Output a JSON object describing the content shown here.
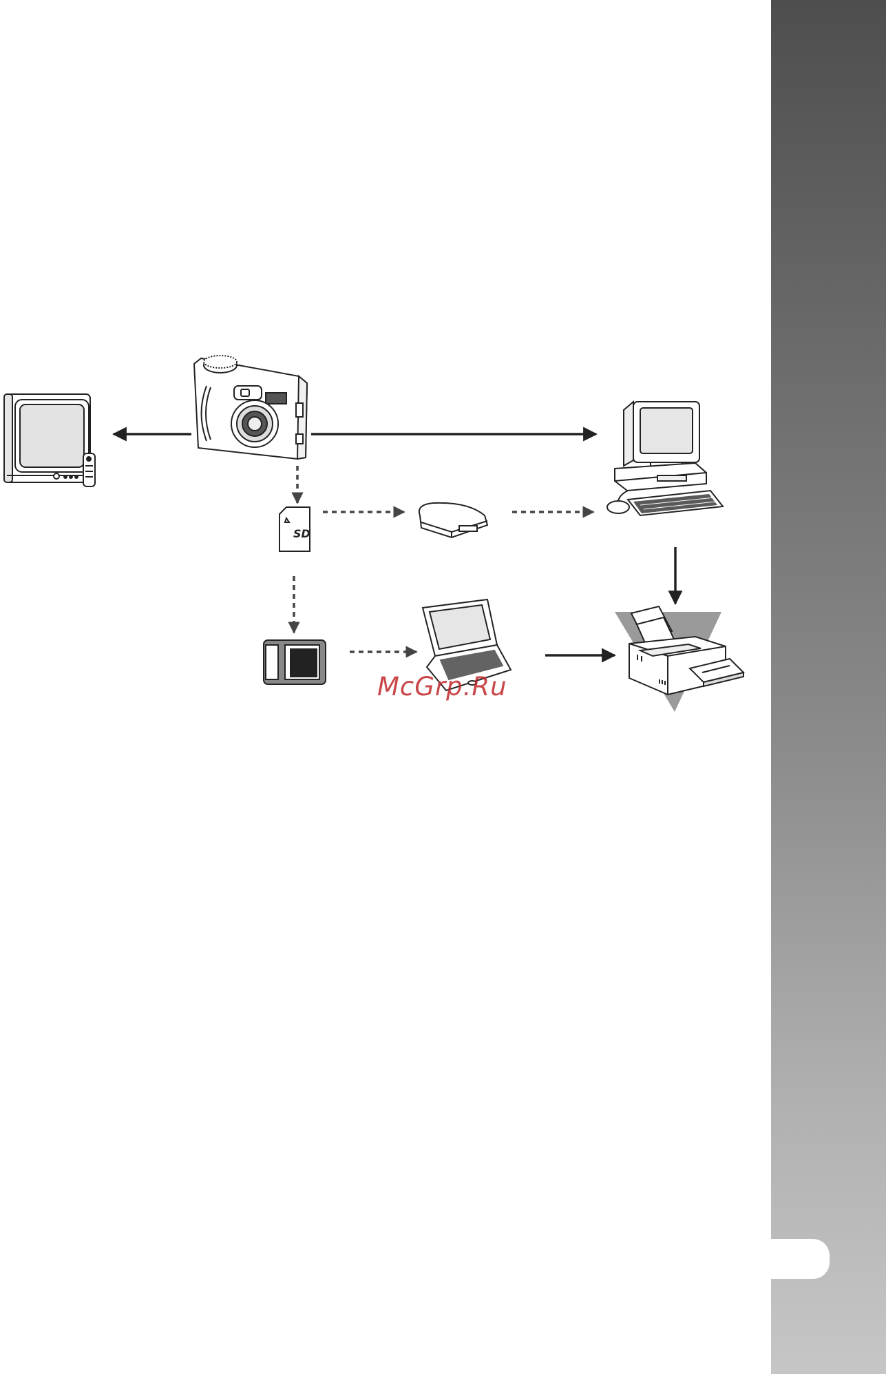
{
  "watermark": {
    "text": "McGrp.Ru"
  },
  "colors": {
    "side_tab_top": "#4e4e4e",
    "side_tab_bottom": "#c6c6c6",
    "line": "#222222",
    "dashed_arrow": "#444444",
    "watermark": "#c0282a"
  },
  "diagram": {
    "devices": [
      "camera",
      "television",
      "desktop-computer",
      "sd-card",
      "card-reader",
      "pc-card-adapter",
      "laptop",
      "printer"
    ],
    "connections": [
      {
        "from": "camera",
        "to": "television",
        "style": "solid"
      },
      {
        "from": "camera",
        "to": "desktop-computer",
        "style": "solid"
      },
      {
        "from": "camera",
        "to": "sd-card",
        "style": "dashed"
      },
      {
        "from": "sd-card",
        "to": "card-reader",
        "style": "dashed"
      },
      {
        "from": "card-reader",
        "to": "desktop-computer",
        "style": "dashed"
      },
      {
        "from": "sd-card",
        "to": "pc-card-adapter",
        "style": "dashed"
      },
      {
        "from": "pc-card-adapter",
        "to": "laptop",
        "style": "dashed"
      },
      {
        "from": "laptop",
        "to": "printer",
        "style": "solid"
      },
      {
        "from": "desktop-computer",
        "to": "printer",
        "style": "solid"
      }
    ]
  }
}
